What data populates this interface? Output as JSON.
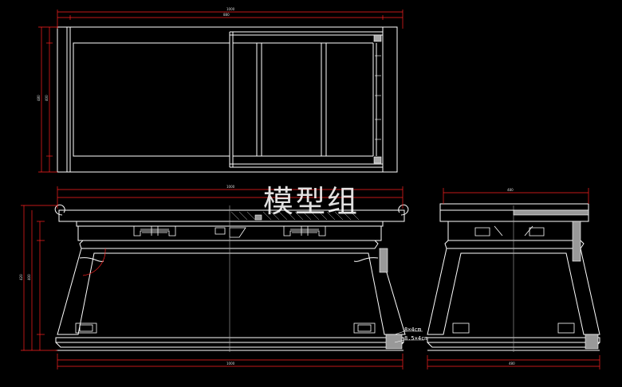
{
  "watermark": "模型组",
  "annotations": {
    "note_1": "8×4cm",
    "note_2": "8.5×4cm"
  },
  "colors": {
    "background": "#000000",
    "outline": "#ffffff",
    "dimension": "#ff2020",
    "hatch": "#bbbbbb"
  }
}
